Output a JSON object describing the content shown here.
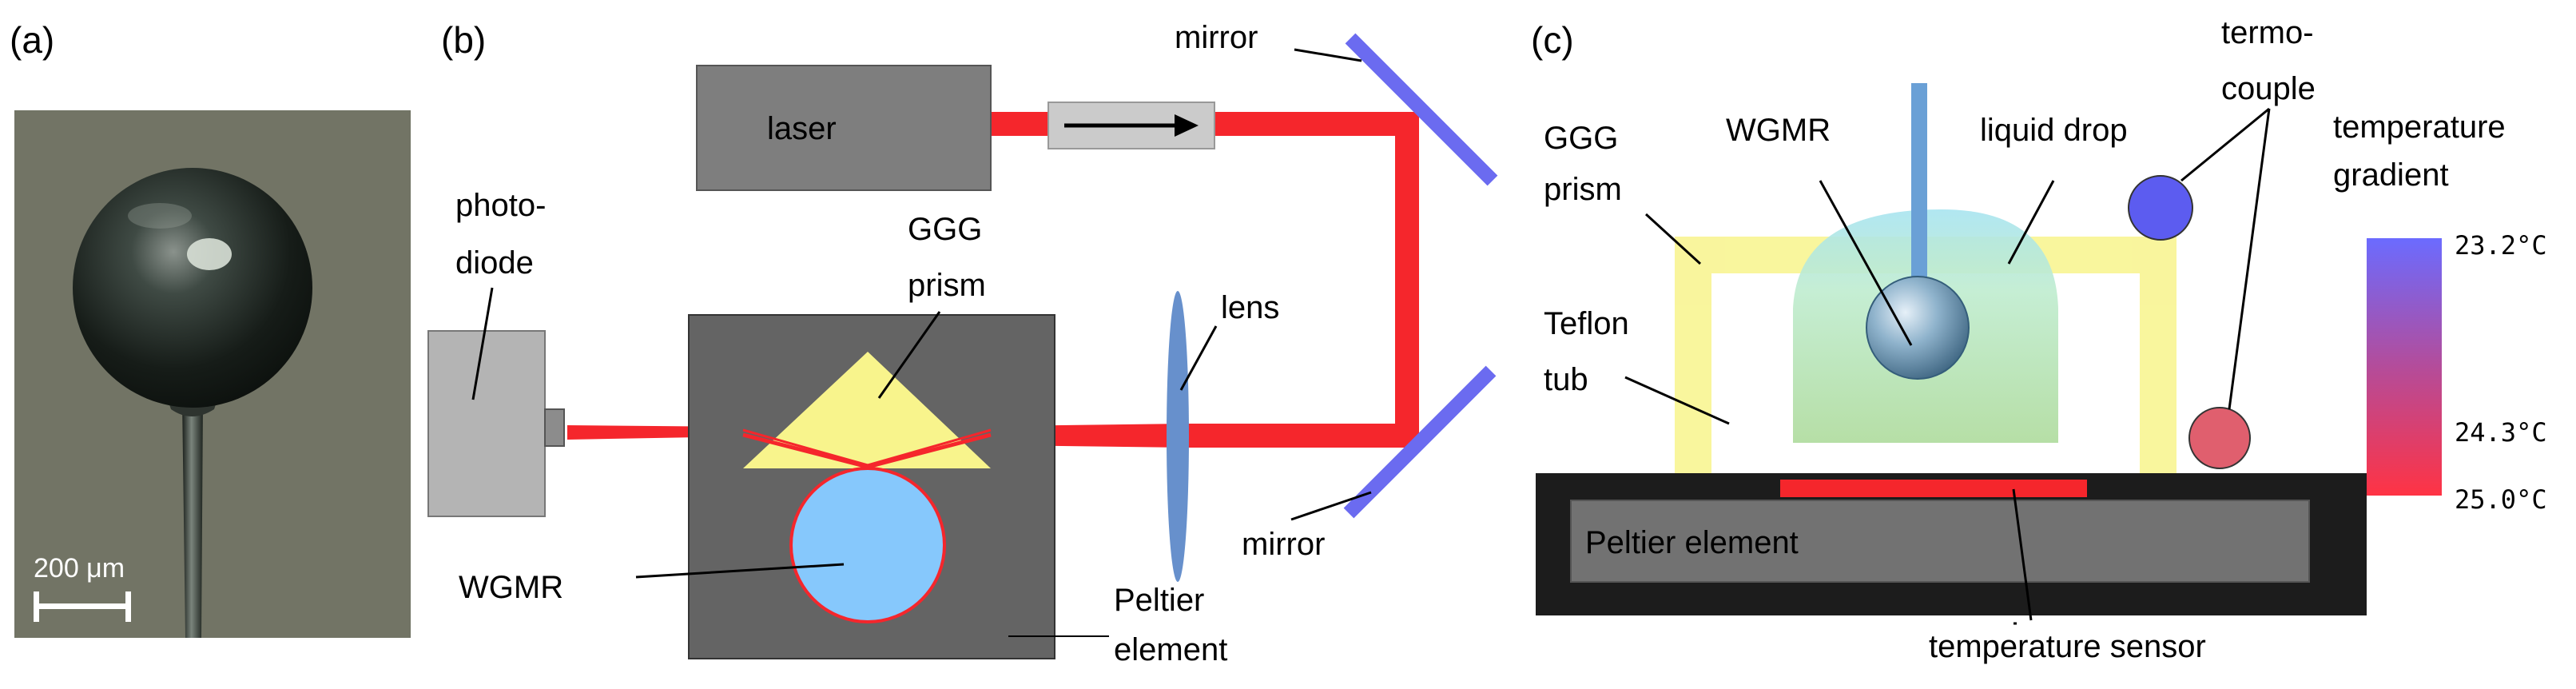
{
  "panels": {
    "a": "(a)",
    "b": "(b)",
    "c": "(c)"
  },
  "photo": {
    "scalebar_label": "200 μm"
  },
  "setup_b": {
    "laser": "laser",
    "mirror_top": "mirror",
    "mirror_bottom": "mirror",
    "photodiode": [
      "photo-",
      "diode"
    ],
    "ggg_prism": [
      "GGG",
      "prism"
    ],
    "lens": "lens",
    "wgmr": "WGMR",
    "peltier": [
      "Peltier",
      "element"
    ]
  },
  "setup_c": {
    "ggg_prism": [
      "GGG",
      "prism"
    ],
    "wgmr": "WGMR",
    "liquid_drop": "liquid drop",
    "termocouple": [
      "termo-",
      "couple"
    ],
    "teflon_tub": [
      "Teflon",
      "tub"
    ],
    "peltier": "Peltier element",
    "temperature_sensor": "temperature sensor"
  },
  "gradient": {
    "title": [
      "temperature",
      "gradient"
    ],
    "ticks": [
      "23.2°C",
      "24.3°C",
      "25.0°C"
    ],
    "color_cold": "#6b6bff",
    "color_hot": "#ff3344"
  },
  "colors": {
    "beam": "#f5262c",
    "mirror": "#6b6bf0",
    "prism": "#f8f48c",
    "wgmr_b": "#86c8fc",
    "lens": "#6790cc",
    "peltier_dark": "#646464",
    "laser_box": "#7e7e7e",
    "photodiode": "#b4b4b4",
    "isolator": "#cbcbcb",
    "stage": "#1c1c1c",
    "peltier_c": "#727272",
    "sensor": "#f5262c",
    "drop": "#b5e6b6",
    "tc_top": "#5c5cf0",
    "tc_bottom": "#e05f6e"
  }
}
